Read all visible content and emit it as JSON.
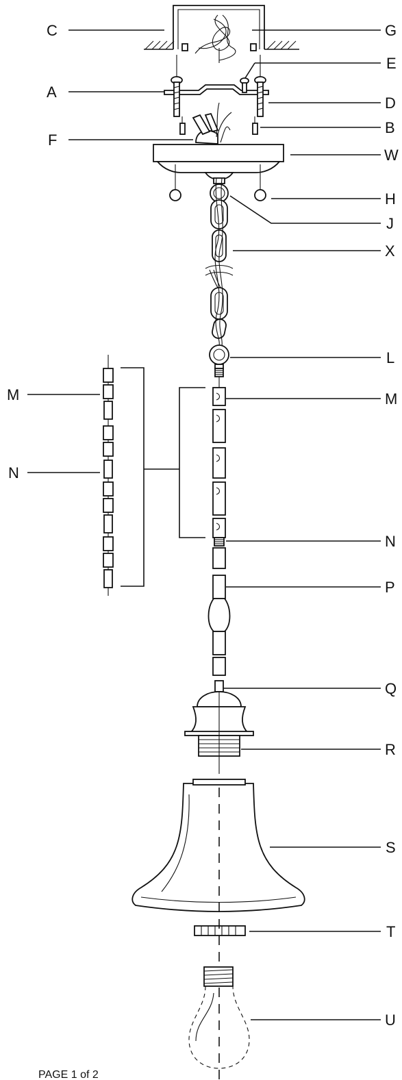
{
  "labels": {
    "A": "A",
    "B": "B",
    "C": "C",
    "D": "D",
    "E": "E",
    "F": "F",
    "G": "G",
    "H": "H",
    "J": "J",
    "L": "L",
    "M": "M",
    "N": "N",
    "P": "P",
    "Q": "Q",
    "R": "R",
    "S": "S",
    "T": "T",
    "U": "U",
    "W": "W",
    "X": "X"
  },
  "footer": "PAGE 1 of 2"
}
